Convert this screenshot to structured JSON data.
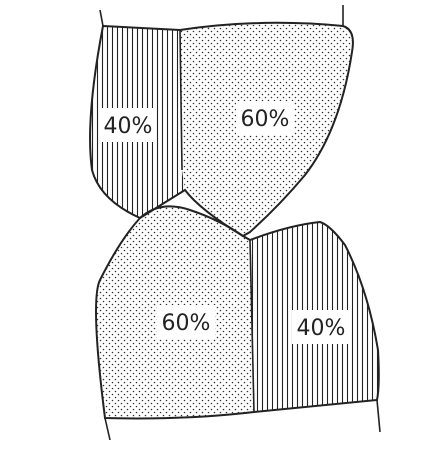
{
  "diagram": {
    "upper_region": {
      "left_share": {
        "label": "40%",
        "pattern": "vertical-hatch"
      },
      "right_share": {
        "label": "60%",
        "pattern": "dots"
      }
    },
    "lower_region": {
      "left_share": {
        "label": "60%",
        "pattern": "dots"
      },
      "right_share": {
        "label": "40%",
        "pattern": "vertical-hatch"
      }
    }
  },
  "colors": {
    "ink": "#222222",
    "paper": "#ffffff"
  }
}
